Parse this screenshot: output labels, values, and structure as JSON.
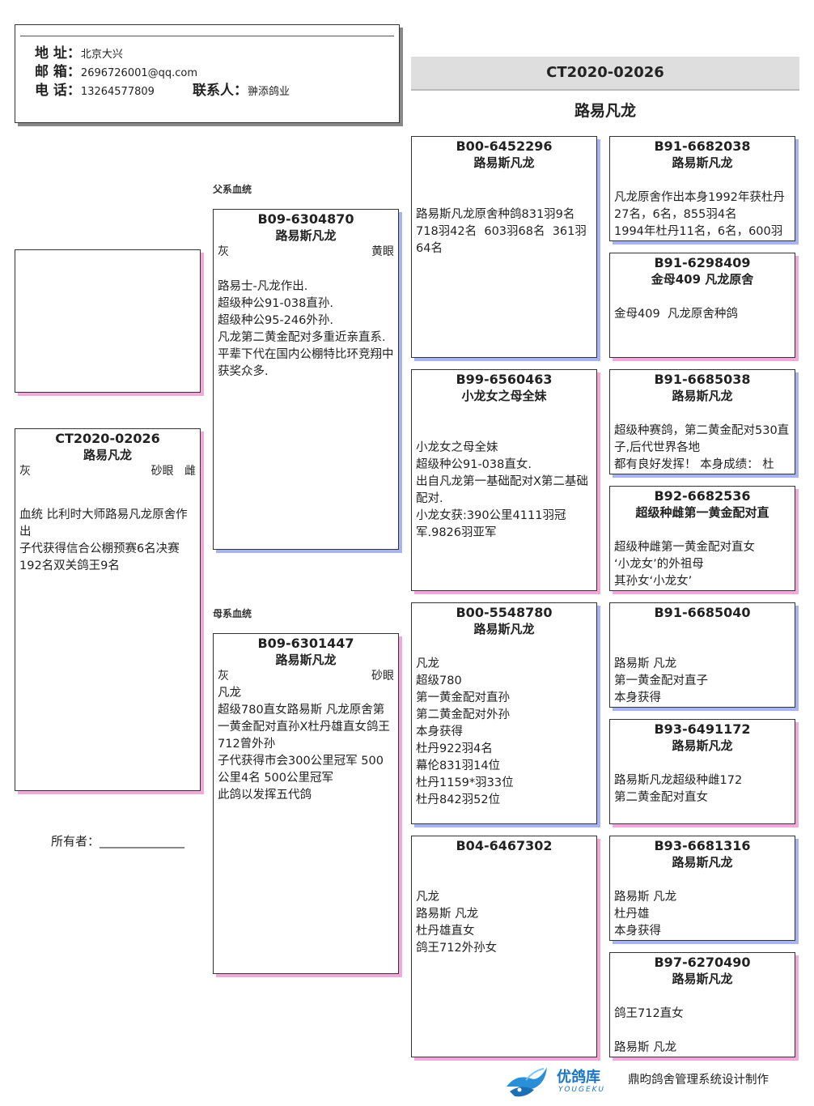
{
  "header": {
    "address_label": "地 址：",
    "address": "北京大兴",
    "email_label": "邮 箱：",
    "email": "2696726001@qq.com",
    "phone_label": "电 话：",
    "phone": "13264577809",
    "contact_label": "联系人：",
    "contact": "翀添鸽业"
  },
  "title": {
    "ring": "CT2020-02026",
    "name": "路易凡龙"
  },
  "sections": {
    "sire": "父系血统",
    "dam": "母系血统"
  },
  "owner": {
    "label": "所有者：",
    "line": "______________"
  },
  "subject": {
    "ring": "CT2020-02026",
    "name": "路易凡龙",
    "color": "灰",
    "eye": "砂眼",
    "sex": "雌",
    "desc": "血统 比利时大师路易凡龙原舍作出\n子代获得信合公棚预赛6名决赛192名双关鸽王9名"
  },
  "sire": {
    "ring": "B09-6304870",
    "name": "路易斯凡龙",
    "color": "灰",
    "eye": "黄眼",
    "desc": "路易士-凡龙作出.\n超级种公91-038直孙.\n超级种公95-246外孙.\n凡龙第二黄金配对多重近亲直系.\n平辈下代在国内公棚特比环竞翔中获奖众多."
  },
  "dam": {
    "ring": "B09-6301447",
    "name": "路易斯凡龙",
    "color": "灰",
    "eye": "砂眼",
    "desc": "凡龙\n超级780直女路易斯 凡龙原舍第一黄金配对直孙X杜丹雄直女鸽王712曾外孙\n子代获得市会300公里冠军 500公里4名 500公里冠军\n此鸽以发挥五代鸽"
  },
  "gen3": [
    {
      "ring": "B00-6452296",
      "name": "路易斯凡龙",
      "desc": "路易斯凡龙原舍种鸽831羽9名718羽42名  603羽68名  361羽64名"
    },
    {
      "ring": "B99-6560463",
      "name": "小龙女之母全妹",
      "desc": "小龙女之母全妹\n超级种公91-038直女.\n出自凡龙第一基础配对X第二基础配对.\n小龙女获:390公里4111羽冠军.9826羽亚军"
    },
    {
      "ring": "B00-5548780",
      "name": "路易斯凡龙",
      "desc": "凡龙\n超级780\n第一黄金配对直孙\n第二黄金配对外孙\n本身获得\n杜丹922羽4名\n幕伦831羽14位\n杜丹1159*羽33位\n杜丹842羽52位"
    },
    {
      "ring": "B04-6467302",
      "name": "",
      "desc": "凡龙\n路易斯 凡龙\n杜丹雄直女\n鸽王712外孙女"
    }
  ],
  "gen4": [
    {
      "ring": "B91-6682038",
      "name": "路易斯凡龙",
      "desc": "凡龙原舍作出本身1992年获杜丹27名，6名，855羽4名\n1994年杜丹11名，6名，600羽"
    },
    {
      "ring": "B91-6298409",
      "name": "金母409 凡龙原舍",
      "desc": "金母409  凡龙原舍种鸽"
    },
    {
      "ring": "B91-6685038",
      "name": "路易斯凡龙",
      "desc": "超级种赛鸽，第二黄金配对530直子,后代世界各地\n都有良好发挥！ 本身成绩： 杜"
    },
    {
      "ring": "B92-6682536",
      "name": "超级种雌第一黄金配对直",
      "desc": "超级种雌第一黄金配对直女\n‘小龙女’的外祖母\n其孙女‘小龙女’"
    },
    {
      "ring": "B91-6685040",
      "name": "",
      "desc": "路易斯 凡龙\n第一黄金配对直子\n本身获得"
    },
    {
      "ring": "B93-6491172",
      "name": "路易斯凡龙",
      "desc": "路易斯凡龙超级种雌172\n第二黄金配对直女"
    },
    {
      "ring": "B93-6681316",
      "name": "路易斯凡龙",
      "desc": "路易斯 凡龙\n杜丹雄\n本身获得"
    },
    {
      "ring": "B97-6270490",
      "name": "路易斯凡龙",
      "desc": "鸽王712直女\n\n路易斯 凡龙"
    }
  ],
  "footer": {
    "logo_cn": "优鸽库",
    "logo_en": "YOUGEKU",
    "credit": "鼎昀鸽舍管理系统设计制作"
  }
}
